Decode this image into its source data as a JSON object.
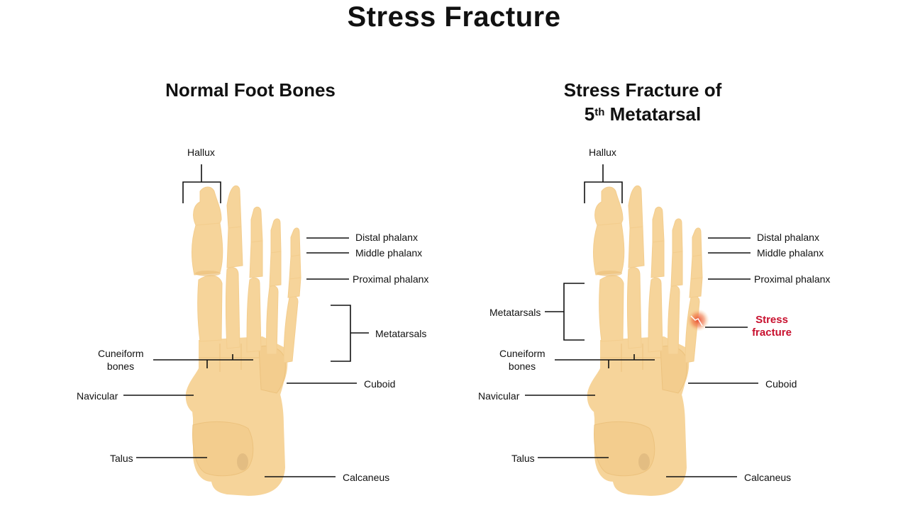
{
  "title": "Stress Fracture",
  "left_panel": {
    "title": "Normal Foot Bones",
    "labels": {
      "hallux": "Hallux",
      "distal_phalanx": "Distal phalanx",
      "middle_phalanx": "Middle phalanx",
      "proximal_phalanx": "Proximal phalanx",
      "metatarsals": "Metatarsals",
      "cuneiform_1": "Cuneiform",
      "cuneiform_2": "bones",
      "navicular": "Navicular",
      "cuboid": "Cuboid",
      "talus": "Talus",
      "calcaneus": "Calcaneus"
    }
  },
  "right_panel": {
    "title_line1": "Stress Fracture of",
    "title_num": "5",
    "title_sup": "th",
    "title_rest": " Metatarsal",
    "labels": {
      "hallux": "Hallux",
      "distal_phalanx": "Distal phalanx",
      "middle_phalanx": "Middle phalanx",
      "proximal_phalanx": "Proximal phalanx",
      "metatarsals": "Metatarsals",
      "stress_1": "Stress",
      "stress_2": "fracture",
      "cuneiform_1": "Cuneiform",
      "cuneiform_2": "bones",
      "navicular": "Navicular",
      "cuboid": "Cuboid",
      "talus": "Talus",
      "calcaneus": "Calcaneus"
    }
  },
  "colors": {
    "bone": "#f6d49a",
    "bone_shadow": "#ecc27e",
    "fracture": "#e8452a",
    "label_red": "#c8102e",
    "leader": "#111111"
  }
}
